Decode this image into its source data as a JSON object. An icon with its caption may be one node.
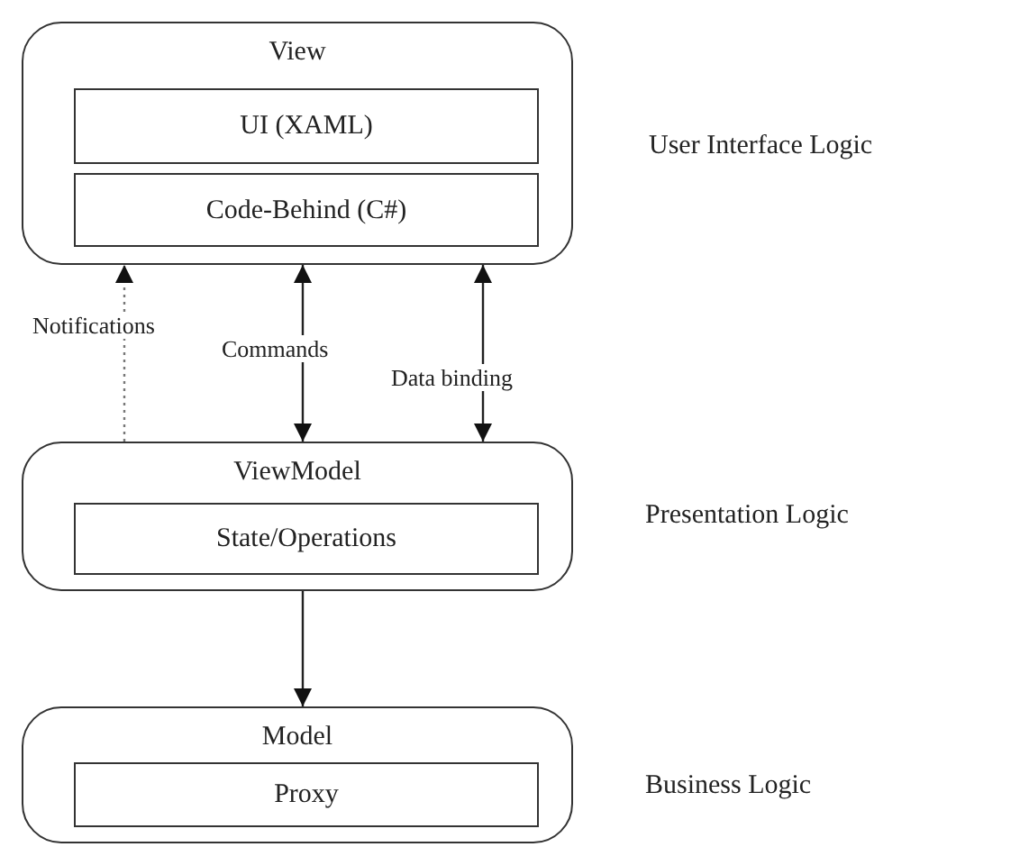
{
  "diagram": {
    "nodes": [
      {
        "text": [
          "View"
        ]
      },
      {
        "text": [
          "UI (XAML)"
        ],
        "in": 0
      },
      {
        "text": [
          "Code-Behind (C#)"
        ],
        "in": 0
      },
      {
        "text": [
          "ViewModel"
        ]
      },
      {
        "text": [
          "State/Operations"
        ],
        "in": 3
      },
      {
        "text": [
          "Model"
        ]
      },
      {
        "text": [
          "Proxy"
        ],
        "in": 5
      }
    ],
    "edges": [
      {
        "from": 3,
        "to": 0,
        "arrow": "to",
        "style": "dashed",
        "label": "Notifications"
      },
      {
        "from": 3,
        "to": 0,
        "arrow": "both",
        "label": "Commands"
      },
      {
        "from": 3,
        "to": 0,
        "arrow": "both",
        "label": "Data binding"
      },
      {
        "from": 3,
        "to": 5,
        "arrow": "to"
      }
    ],
    "labels": [
      "User Interface Logic",
      "Presentation Logic",
      "Business Logic"
    ]
  }
}
